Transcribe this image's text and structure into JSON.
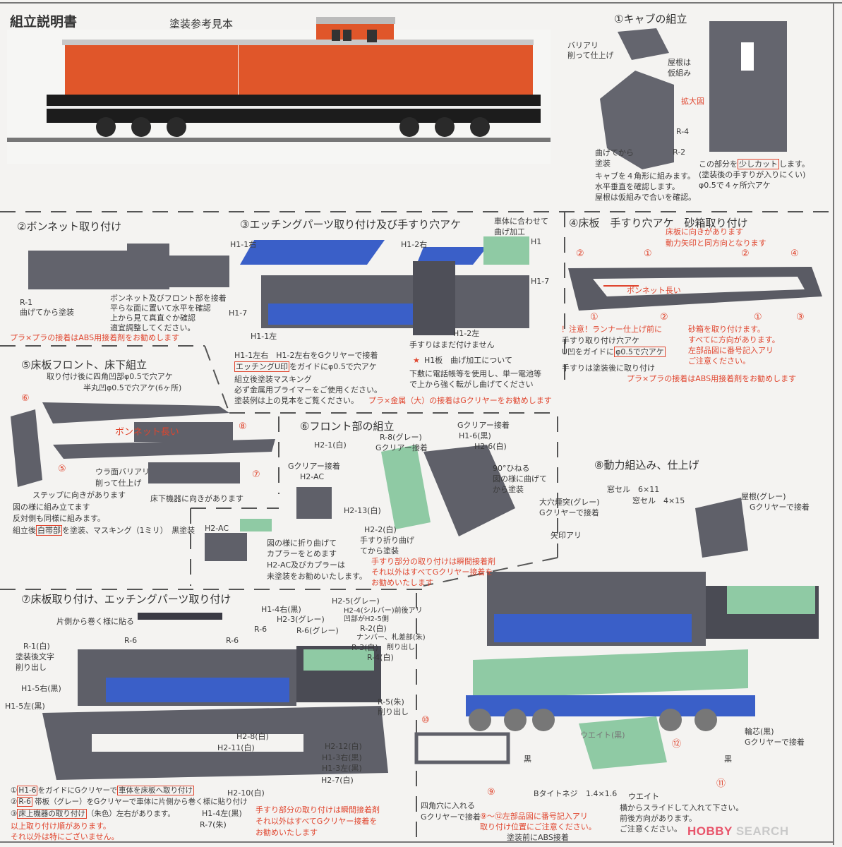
{
  "header": {
    "title": "組立説明書",
    "sample_label": "塗装参考見本"
  },
  "s1": {
    "title": "①キャブの組立",
    "labels": [
      "バリアリ",
      "削って仕上げ",
      "屋根は",
      "仮組み",
      "拡大図",
      "R-4",
      "R-2",
      "曲げてから",
      "塗装",
      "キャブを４角形に組みます。",
      "水平垂直を確認します。",
      "屋根は仮組みで合いを確認。",
      "この部分を",
      "少しカット",
      "します。",
      "(塗装後の手すりが入りにくい)",
      "φ0.5で４ヶ所穴アケ"
    ]
  },
  "s2": {
    "title": "②ボンネット取り付け",
    "labels": [
      "R-1",
      "曲げてから塗装",
      "ボンネット及びフロント部を接着",
      "平らな面に置いて水平を確認",
      "上から見て真直ぐか確認",
      "適宜調整してください。"
    ],
    "note": "プラ×プラの接着はABS用接着剤をお勧めします"
  },
  "s3": {
    "title": "③エッチングパーツ取り付け及び手すり穴アケ",
    "labels": [
      "車体に合わせて",
      "曲げ加工",
      "H1",
      "H1-1右",
      "H1-2右",
      "H1-7",
      "H1-7",
      "H1-1左",
      "H1-2左",
      "手すりはまだ付けません",
      "★",
      "H1板　曲げ加工について",
      "下敷に電話帳等を使用し、単一電池等",
      "で上から強く転がし曲げてください",
      "H1-1左右　H1-2左右をGクリヤーで接着",
      "エッチングU印",
      "をガイドにφ0.5で穴アケ",
      "組立後塗装マスキング",
      "必ず金属用プライマーをご使用ください。",
      "塗装例は上の見本をご覧ください。"
    ],
    "note": "プラ×金属（大）の接着はGクリヤーをお勧めします"
  },
  "s4": {
    "title": "④床板　手すり穴アケ　砂箱取り付け",
    "labels": [
      "床板に向きがあります",
      "動力矢印と同方向となります",
      "ボンネット長い",
      "！注意！ランナー仕上げ前に",
      "手すり取り付け穴アケ",
      "U凹をガイドに",
      "φ0.5で穴アケ",
      "手すりは塗装後に取り付け",
      "砂箱を取り付けます。",
      "すべてに方向があります。",
      "左部品図に番号記入アリ",
      "ご注意ください。"
    ],
    "numbers": [
      "②",
      "①",
      "②",
      "④",
      "①",
      "②",
      "①",
      "③"
    ],
    "note": "プラ×プラの接着はABS用接着剤をお勧めします"
  },
  "s5": {
    "title": "⑤床板フロント、床下組立",
    "labels": [
      "取り付け後に四角凹部φ0.5で穴アケ",
      "半丸凹φ0.5で穴アケ(6ヶ所)",
      "ボンネット長い",
      "ウラ面バリアリ",
      "削って仕上げ",
      "ステップに向きがあります",
      "床下機器に向きがあります",
      "図の様に組み立てます",
      "反対側も同様に組みます。",
      "組立後",
      "白帯部",
      "を塗装、マスキング（1ミリ）　黒塗装"
    ],
    "numbers": [
      "⑥",
      "⑧",
      "⑤",
      "⑦"
    ]
  },
  "s6": {
    "title": "⑥フロント部の組立",
    "labels": [
      "Gクリアー接着",
      "H1-6(黒)",
      "H2-6(白)",
      "R-8(グレー)",
      "Gクリアー接着",
      "H2-1(白)",
      "Gクリアー接着",
      "H2-AC",
      "90°ひねる",
      "図の様に曲げて",
      "から塗装",
      "H2-13(白)",
      "H2-2(白)",
      "手すり折り曲げ",
      "てから塗装"
    ],
    "note": [
      "手すり部分の取り付けは瞬間接着剤",
      "それ以外はすべてGクリヤー接着を",
      "お勧めいたします"
    ],
    "sub": [
      "H2-AC",
      "図の様に折り曲げて",
      "カプラーをとめます",
      "H2-AC及びカプラーは",
      "未塗装をお勧めいたします。"
    ]
  },
  "s7": {
    "title": "⑦床板取り付け、エッチングパーツ取り付け",
    "labels": [
      "片側から巻く様に貼る",
      "H1-4右(黒)",
      "H2-5(グレー)",
      "H2-4(シルバー)前後アリ",
      "凹部がH2-5側",
      "H2-3(グレー)",
      "R-6",
      "R-6(グレー)",
      "R-2(白)",
      "ナンバー、札差部(朱)",
      "削り出し",
      "R-3(白)",
      "R-4(白)",
      "R-6",
      "R-6",
      "R-1(白)",
      "塗装後文字",
      "削り出し",
      "H1-5右(黒)",
      "H1-5左(黒)",
      "R-5(朱)",
      "削り出し",
      "H2-8(白)",
      "H2-11(白)",
      "H2-12(白)",
      "H1-3右(黒)",
      "H1-3左(黒)",
      "H2-7(白)",
      "H2-10(白)",
      "H1-4左(黒)",
      "R-7(朱)"
    ],
    "steps": [
      {
        "pre": "①",
        "box": "H1-6",
        "post": "をガイドにGクリヤーで",
        "box2": "車体を床板へ取り付け"
      },
      {
        "pre": "②",
        "box": "R-6",
        "post": " 帯板（グレー）をGクリヤーで車体に片側から巻く様に貼り付け"
      },
      {
        "pre": "③",
        "box": "床上機器の取り付け",
        "post": "（朱色）左右があります。"
      }
    ],
    "order_note": [
      "以上取り付け順があります。",
      "それ以外は特にございません。"
    ],
    "note": [
      "手すり部分の取り付けは瞬間接着剤",
      "それ以外はすべてGクリヤー接着を",
      "お勧めいたします"
    ]
  },
  "s8": {
    "title": "⑧動力組込み、仕上げ",
    "labels": [
      "窓セル　6×11",
      "窓セル　4×15",
      "大穴煙突(グレー)",
      "Gクリヤーで接着",
      "屋根(グレー)",
      "Gクリヤーで接着",
      "矢印アリ",
      "輪芯(黒)",
      "Gクリヤーで接着",
      "黒",
      "黒",
      "ウエイト(黒)",
      "Bタイトネジ",
      "1.4×1.6",
      "ウエイト",
      "横からスライドして入れて下さい。",
      "前後方向があります。",
      "ご注意ください。",
      "四角穴に入れる",
      "Gクリヤーで接着",
      "塗装前にABS接着"
    ],
    "numbers": [
      "⑩",
      "⑫",
      "⑨",
      "⑪"
    ],
    "note": [
      "⑨～⑫左部品図に番号記入アリ",
      "取り付け位置にご注意ください。"
    ]
  },
  "logo": {
    "brand": "HOBBY",
    "suffix": "SEARCH"
  },
  "colors": {
    "note_red": "#e0452e",
    "body_orange": "#e0562a",
    "part_gray": "#5c5d66",
    "etch_blue": "#3a5fc8",
    "etch_green": "#8fcaa4"
  }
}
